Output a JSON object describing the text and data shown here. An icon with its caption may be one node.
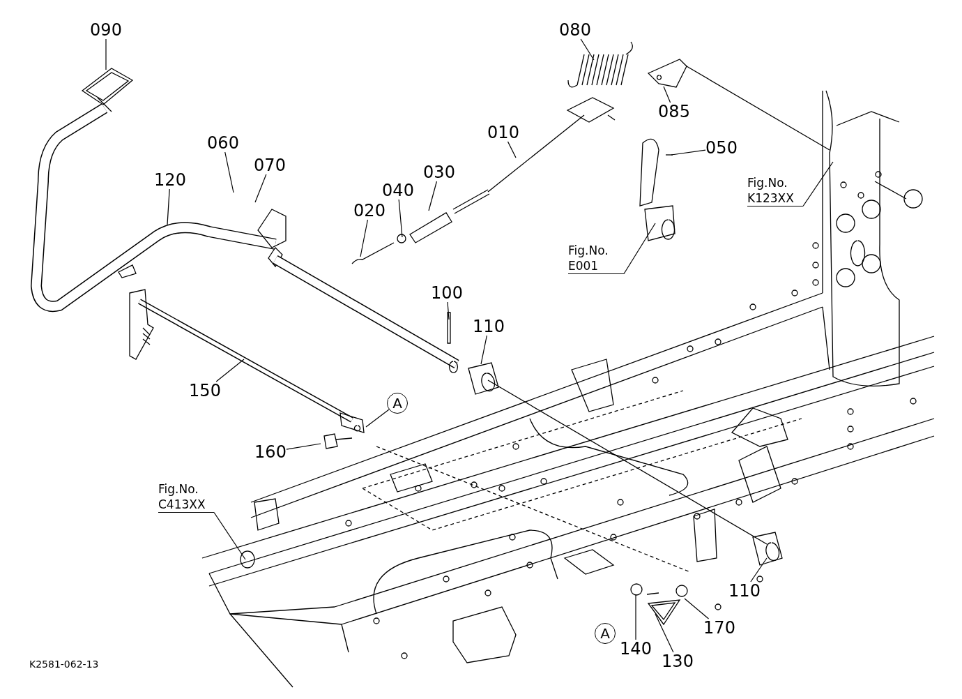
{
  "diagram": {
    "nodes": [
      {
        "text": [
          "090"
        ]
      },
      {
        "text": [
          "120"
        ]
      },
      {
        "text": [
          "060"
        ]
      },
      {
        "text": [
          "070"
        ]
      },
      {
        "text": [
          "020"
        ]
      },
      {
        "text": [
          "040"
        ]
      },
      {
        "text": [
          "030"
        ]
      },
      {
        "text": [
          "010"
        ]
      },
      {
        "text": [
          "080"
        ]
      },
      {
        "text": [
          "085"
        ]
      },
      {
        "text": [
          "050"
        ]
      },
      {
        "text": [
          "Fig.No. K123XX"
        ]
      },
      {
        "text": [
          "Fig.No. E001"
        ]
      },
      {
        "text": [
          "100"
        ]
      },
      {
        "text": [
          "110"
        ]
      },
      {
        "text": [
          "150"
        ]
      },
      {
        "text": [
          "A"
        ]
      },
      {
        "text": [
          "160"
        ]
      },
      {
        "text": [
          "Fig.No. C413XX"
        ]
      },
      {
        "text": [
          "110"
        ]
      },
      {
        "text": [
          "A"
        ]
      },
      {
        "text": [
          "140"
        ]
      },
      {
        "text": [
          "130"
        ]
      },
      {
        "text": [
          "170"
        ]
      }
    ],
    "edges": [
      {
        "from": 0,
        "to": null,
        "arrow": "none"
      },
      {
        "from": 1,
        "to": null,
        "arrow": "none"
      },
      {
        "from": 2,
        "to": null,
        "arrow": "none"
      },
      {
        "from": 3,
        "to": null,
        "arrow": "none"
      },
      {
        "from": 4,
        "to": null,
        "arrow": "none"
      },
      {
        "from": 5,
        "to": null,
        "arrow": "none"
      },
      {
        "from": 6,
        "to": null,
        "arrow": "none"
      },
      {
        "from": 7,
        "to": null,
        "arrow": "none"
      },
      {
        "from": 8,
        "to": null,
        "arrow": "none"
      },
      {
        "from": 9,
        "to": null,
        "arrow": "none"
      },
      {
        "from": 10,
        "to": null,
        "arrow": "none"
      },
      {
        "from": 11,
        "to": null,
        "arrow": "none"
      },
      {
        "from": 12,
        "to": null,
        "arrow": "none"
      },
      {
        "from": 13,
        "to": null,
        "arrow": "none"
      },
      {
        "from": 14,
        "to": null,
        "arrow": "none"
      },
      {
        "from": 15,
        "to": null,
        "arrow": "none"
      },
      {
        "from": 16,
        "to": null,
        "arrow": "none"
      },
      {
        "from": 17,
        "to": null,
        "arrow": "none"
      },
      {
        "from": 18,
        "to": null,
        "arrow": "none"
      },
      {
        "from": 19,
        "to": null,
        "arrow": "none"
      },
      {
        "from": 21,
        "to": null,
        "arrow": "none"
      },
      {
        "from": 22,
        "to": null,
        "arrow": "none"
      },
      {
        "from": 23,
        "to": null,
        "arrow": "none"
      }
    ],
    "labels": [
      "K2581-062-13"
    ]
  }
}
